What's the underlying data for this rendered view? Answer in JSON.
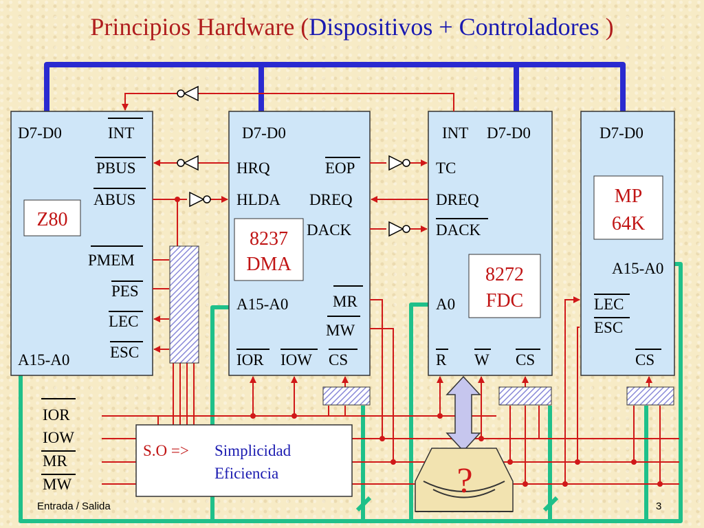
{
  "title": {
    "part1": "Principios Hardware (",
    "part2": "Dispositivos + Controladores",
    "part3": " )"
  },
  "z80": {
    "chip": "Z80",
    "labels": [
      "D7-D0",
      "INT",
      "PBUS",
      "ABUS",
      "PMEM",
      "PES",
      "LEC",
      "ESC",
      "A15-A0"
    ]
  },
  "dma": {
    "chip_line1": "8237",
    "chip_line2": "DMA",
    "labels": [
      "D7-D0",
      "HRQ",
      "EOP",
      "HLDA",
      "DREQ",
      "DACK",
      "A15-A0",
      "MR",
      "MW",
      "IOR",
      "IOW",
      "CS"
    ]
  },
  "fdc": {
    "chip_line1": "8272",
    "chip_line2": "FDC",
    "labels": [
      "INT",
      "D7-D0",
      "TC",
      "DREQ",
      "DACK",
      "A0",
      "R",
      "W",
      "CS"
    ]
  },
  "mp": {
    "chip_line1": "MP",
    "chip_line2": "64K",
    "labels": [
      "D7-D0",
      "A15-A0",
      "LEC",
      "ESC",
      "CS"
    ]
  },
  "bus_labels": [
    "IOR",
    "IOW",
    "MR",
    "MW"
  ],
  "so_box": {
    "prefix": "S.O =>",
    "line1": "Simplicidad",
    "line2": "Eficiencia"
  },
  "drive_mark": "?",
  "footer": {
    "left": "Entrada / Salida",
    "page": "3"
  },
  "colors": {
    "title_red": "#b01e1e",
    "title_blue": "#1a1ab0",
    "data_bus_blue": "#2a2ad0",
    "address_bus_green": "#1fc08a",
    "signal_red": "#d01818",
    "box_fill": "#cfe6f8"
  }
}
